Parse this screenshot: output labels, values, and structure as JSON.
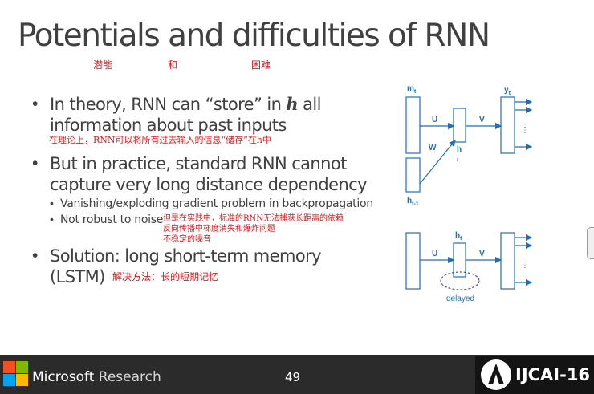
{
  "slide": {
    "title": "Potentials and difficulties of RNN",
    "title_annotations": [
      "潜能",
      "和",
      "困难"
    ],
    "bullets": [
      {
        "lines": [
          "In theory, RNN can “store” in ",
          "information about past inputs"
        ],
        "math": "h",
        "tail": " all",
        "note": "在理论上，RNN可以将所有过去输入的信息“储存”在h中"
      },
      {
        "lines": [
          "But in practice, standard RNN cannot",
          "capture very long distance dependency"
        ]
      },
      {
        "lines": [
          "Solution: long short-term memory",
          "(LSTM)"
        ],
        "note": "解决方法：长的短期记忆"
      }
    ],
    "sub_bullets": [
      "Vanishing/exploding gradient problem in backpropagation",
      "Not robust to noise"
    ],
    "sub_note_lines": [
      "但是在实践中，标准的RNN无法捕获长距离的依赖",
      "反向传播中梯度消失和爆炸问题",
      "不稳定的噪音"
    ]
  },
  "diagram": {
    "top": {
      "input": "m",
      "input_sub": "t",
      "hidden": "h",
      "hidden_sub": "t",
      "output": "y",
      "output_sub": "t",
      "prev": "h",
      "prev_sub": "t-1",
      "u": "U",
      "v": "V",
      "w": "W",
      "dots": "⋮"
    },
    "bottom": {
      "hidden": "h",
      "hidden_sub": "t",
      "u": "U",
      "v": "V",
      "delayed": "delayed",
      "dots": "⋮"
    },
    "color": "#1f6fb7"
  },
  "footer": {
    "brand": "Microsoft",
    "brand_suffix": " Research",
    "page": "49",
    "conference": "IJCAI-16",
    "logo_colors": [
      "#f25022",
      "#7fba00",
      "#00a4ef",
      "#ffb900"
    ]
  }
}
